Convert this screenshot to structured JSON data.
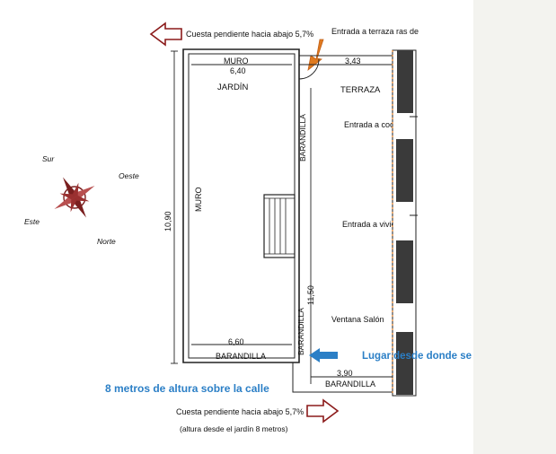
{
  "top_note": "Cuesta pendiente hacia abajo 5,7%",
  "terrace_entrance": "Entrada a terraza ras de",
  "labels": {
    "muro_top": "MURO",
    "muro_top_dim": "6,40",
    "garden": "JARDÍN",
    "muro_left": "MURO",
    "height_dim": "10,90",
    "barandilla_mid_upper": "BARANDILLA",
    "barandilla_mid_lower": "BARANDILLA",
    "barandilla_bottom": "BARANDILLA",
    "bottom_dim": "6,60",
    "terrace_dim": "3,43",
    "terrace": "TERRAZA",
    "kitchen_entrance": "Entrada a cocina",
    "house_entrance": "Entrada a vivienda",
    "length_dim": "11,50",
    "living_window": "Ventana Salón",
    "lower_terrace_dim": "3,90",
    "lower_barandilla": "BARANDILLA"
  },
  "photo_spot": "Lugar desde donde se sacó la foto",
  "height_note": "8 metros de altura sobre la calle",
  "bottom_note": "Cuesta pendiente hacia abajo 5,7%",
  "bottom_subnote": "(altura desde el jardín 8 metros)",
  "compass": {
    "north": "Norte",
    "south": "Sur",
    "east": "Este",
    "west": "Oeste"
  },
  "colors": {
    "compass": "#7a1f1f",
    "photo_arrow": "#2b7fc6",
    "entry_arrow": "#e07a1f",
    "street_arrow": "#8b1a1a",
    "building": "#3a3a3a"
  }
}
